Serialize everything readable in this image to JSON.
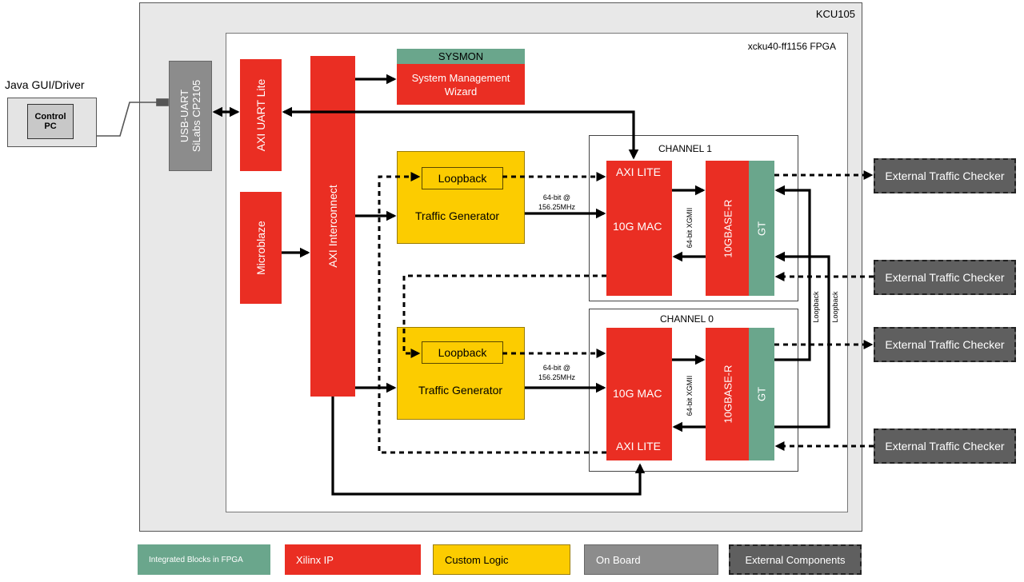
{
  "board": {
    "label": "KCU105"
  },
  "fpga": {
    "label": "xcku40-ff1156 FPGA"
  },
  "host": {
    "title": "Java GUI/Driver",
    "screen_label_line1": "Control",
    "screen_label_line2": "PC"
  },
  "usb_uart": {
    "line1": "USB-UART",
    "line2": "SiLabs CP2105"
  },
  "axi_uart": {
    "label": "AXI UART Lite"
  },
  "microblaze": {
    "label": "Microblaze"
  },
  "interconnect": {
    "label": "AXI Interconnect"
  },
  "sysmon": {
    "header": "SYSMON",
    "line1": "System Management",
    "line2": "Wizard"
  },
  "channel1": {
    "title": "CHANNEL 1",
    "axi_lite": "AXI LITE",
    "mac": "10G MAC",
    "pcs": "10GBASE-R",
    "gt": "GT",
    "xgmii": "64-bit XGMII",
    "loopback": "Loopback",
    "traffic_gen": "Traffic Generator",
    "bus_line1": "64-bit @",
    "bus_line2": "156.25MHz"
  },
  "channel0": {
    "title": "CHANNEL 0",
    "axi_lite": "AXI LITE",
    "mac": "10G MAC",
    "pcs": "10GBASE-R",
    "gt": "GT",
    "xgmii": "64-bit XGMII",
    "loopback": "Loopback",
    "traffic_gen": "Traffic Generator",
    "bus_line1": "64-bit @",
    "bus_line2": "156.25MHz"
  },
  "loopback_labels": [
    "Loopback",
    "Loopback"
  ],
  "external": [
    "External Traffic Checker",
    "External Traffic Checker",
    "External Traffic Checker",
    "External Traffic Checker"
  ],
  "legend": {
    "integrated": "Integrated Blocks in FPGA",
    "xilinx": "Xilinx IP",
    "custom": "Custom Logic",
    "onboard": "On Board",
    "external": "External Components"
  },
  "colors": {
    "red": "#ea2e23",
    "yellow": "#fccc00",
    "green": "#6aa68c",
    "gray": "#8c8c8c",
    "dark": "#5f5f5f"
  }
}
